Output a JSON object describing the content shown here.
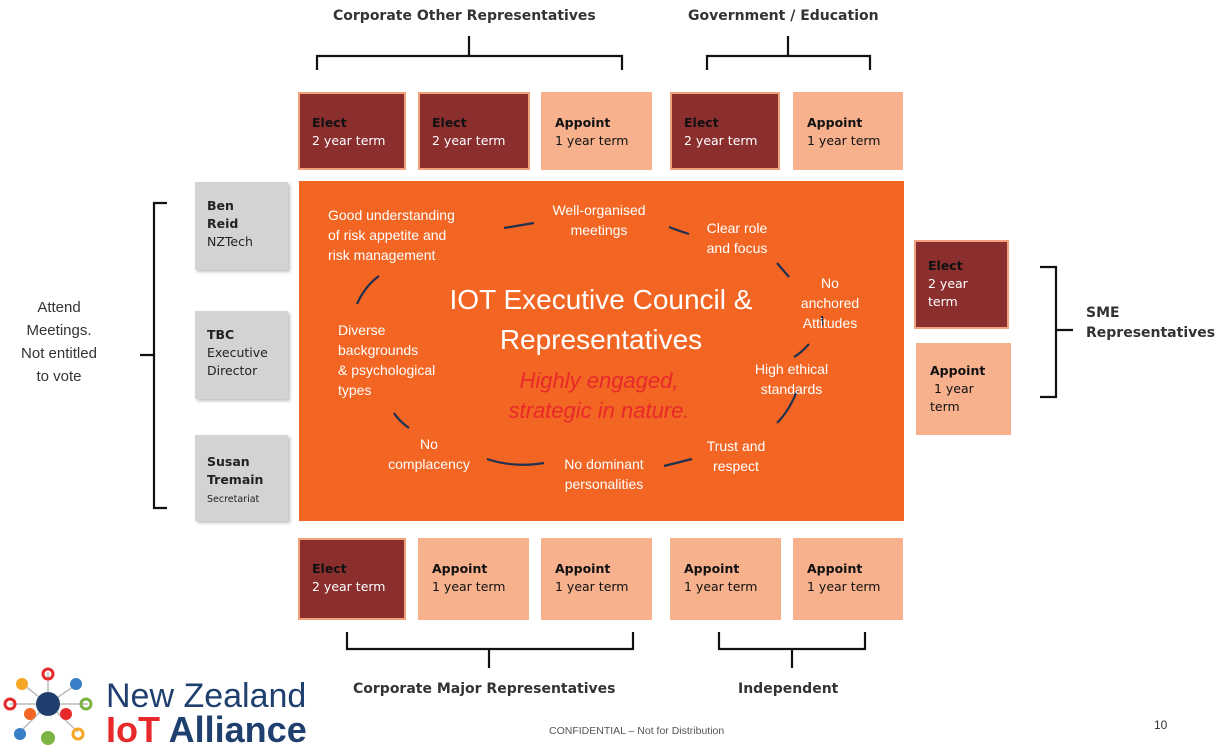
{
  "top_groups": {
    "corporate_other": "Corporate Other Representatives",
    "government_education": "Government / Education"
  },
  "bottom_groups": {
    "corporate_major": "Corporate Major Representatives",
    "independent": "Independent"
  },
  "top_boxes": [
    {
      "kind": "Elect",
      "term": "2 year term"
    },
    {
      "kind": "Elect",
      "term": "2 year term"
    },
    {
      "kind": "Appoint",
      "term": "1 year term"
    },
    {
      "kind": "Elect",
      "term": "2 year term"
    },
    {
      "kind": "Appoint",
      "term": "1 year term"
    }
  ],
  "bottom_boxes": [
    {
      "kind": "Elect",
      "term": "2 year term"
    },
    {
      "kind": "Appoint",
      "term": "1 year term"
    },
    {
      "kind": "Appoint",
      "term": "1 year term"
    },
    {
      "kind": "Appoint",
      "term": "1 year term"
    },
    {
      "kind": "Appoint",
      "term": "1 year term"
    }
  ],
  "sme": {
    "label": "SME\nRepresentatives",
    "boxes": [
      {
        "kind": "Elect",
        "term": "2 year\nterm"
      },
      {
        "kind": "Appoint",
        "term": " 1 year\nterm"
      }
    ]
  },
  "attendees": {
    "label": "Attend\nMeetings.\nNot entitled\nto vote",
    "people": [
      {
        "name": "Ben\nReid",
        "role": "NZTech"
      },
      {
        "name": "TBC",
        "role": "Executive\nDirector"
      },
      {
        "name": "Susan\nTremain",
        "role": "Secretariat"
      }
    ]
  },
  "council": {
    "title": "IOT Executive Council &\nRepresentatives",
    "subtitle": "Highly engaged,\nstrategic in nature.",
    "traits": {
      "risk": "Good understanding\nof risk appetite and\nrisk management",
      "meetings": "Well-organised\nmeetings",
      "role": "Clear role\nand focus",
      "anchored": "No\nanchored\nAttitudes",
      "ethical": "High ethical\nstandards",
      "trust": "Trust and\nrespect",
      "dominant": "No dominant\npersonalities",
      "complacency": "No\ncomplacency",
      "diverse": "Diverse\nbackgrounds\n& psychological\ntypes"
    }
  },
  "logo": {
    "line1": "New Zealand",
    "line2_a": "IoT",
    "line2_b": " Alliance"
  },
  "footer": "CONFIDENTIAL – Not for Distribution",
  "page_number": "10",
  "colors": {
    "council": "#f26522",
    "elect": "#8b2e2e",
    "appoint": "#f7b18d",
    "side_box": "#d3d3d3",
    "subtitle": "#e8292b"
  }
}
